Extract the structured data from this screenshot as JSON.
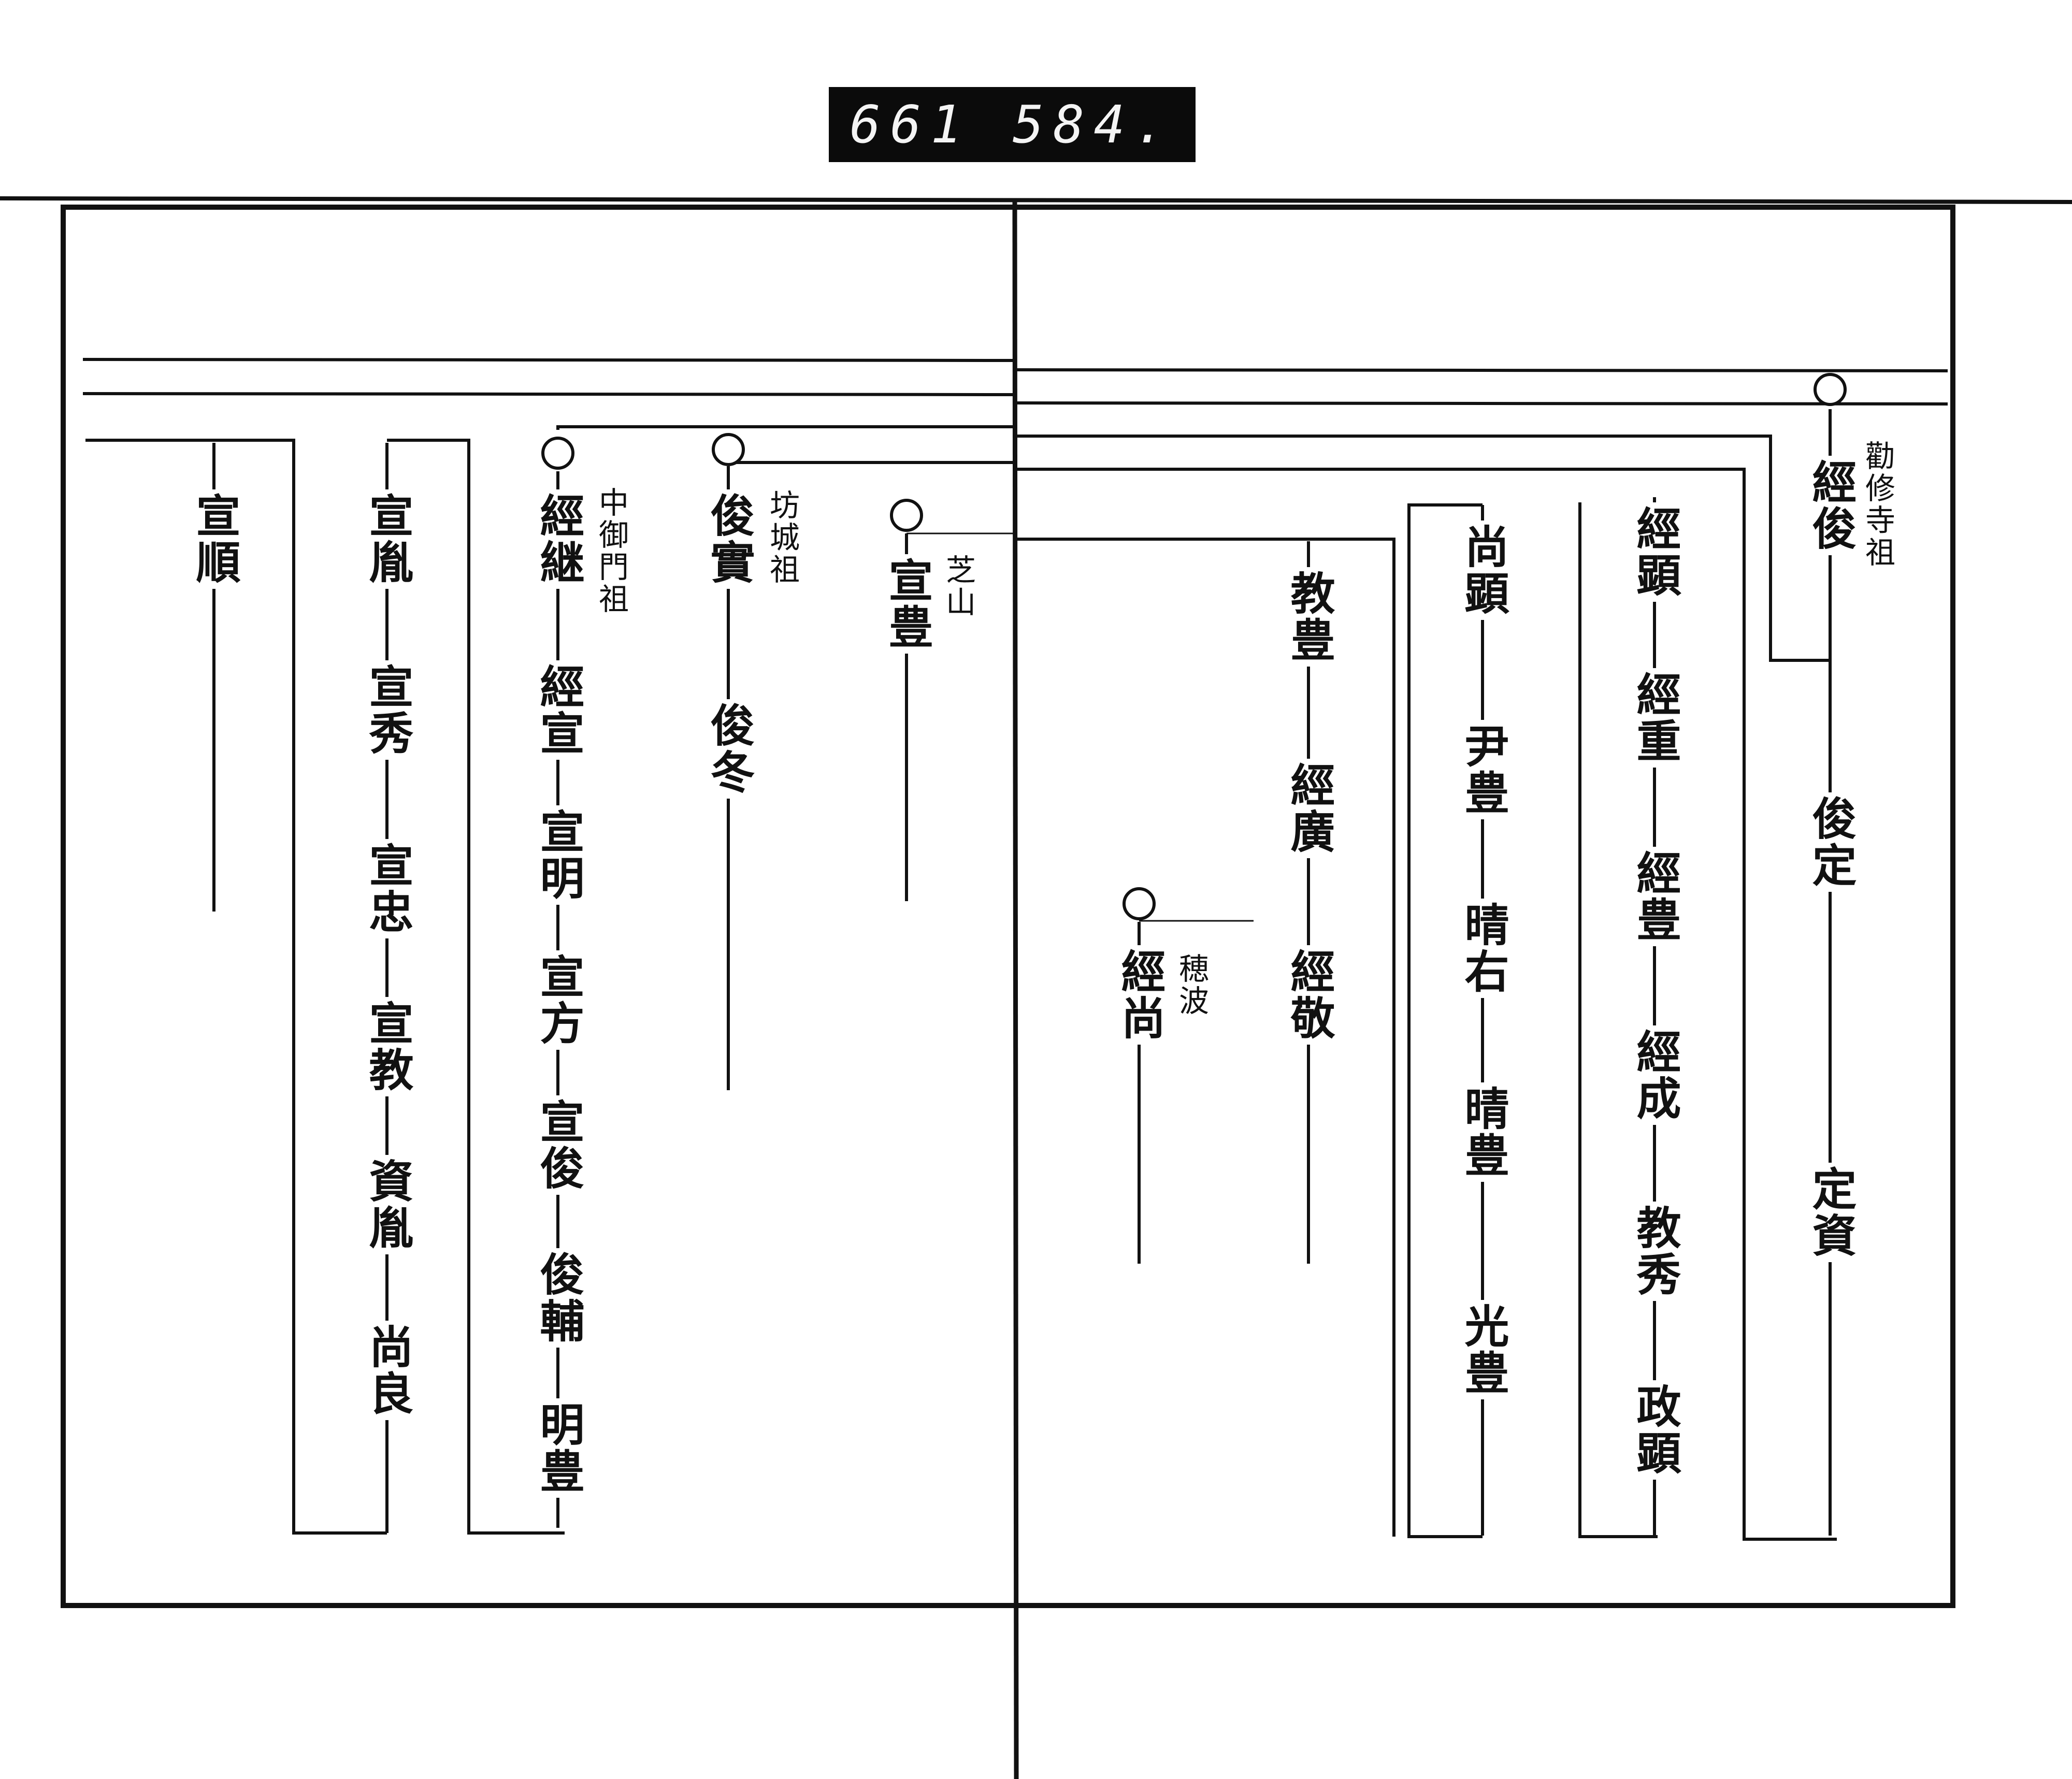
{
  "reel_label": {
    "left": "661",
    "right": "584."
  },
  "lineage": {
    "columns": [
      {
        "label": "勸修寺祖",
        "circle": true,
        "names": [
          "經俊",
          "俊定",
          "定資"
        ]
      },
      {
        "label": "",
        "circle": false,
        "names": [
          "經顕",
          "經重",
          "經豊",
          "經成",
          "教秀",
          "政顕"
        ]
      },
      {
        "label": "",
        "circle": false,
        "names": [
          "尚顕",
          "尹豊",
          "晴右",
          "晴豊",
          "光豊"
        ]
      },
      {
        "label": "",
        "circle": false,
        "names": [
          "教豊",
          "經廣",
          "經敬"
        ]
      },
      {
        "label": "穂波",
        "circle": true,
        "names": [
          "經尚"
        ]
      },
      {
        "label": "芝山",
        "circle": true,
        "names": [
          "宣豊"
        ]
      },
      {
        "label": "坊城祖",
        "circle": true,
        "names": [
          "俊實",
          "俊冬"
        ]
      },
      {
        "label": "中御門祖",
        "circle": true,
        "names": [
          "經継",
          "經宣",
          "宣明",
          "宣方",
          "宣俊",
          "俊輔",
          "明豊"
        ]
      },
      {
        "label": "",
        "circle": false,
        "names": [
          "宣胤",
          "宣秀",
          "宣忠",
          "宣教",
          "資胤",
          "尚良"
        ]
      },
      {
        "label": "",
        "circle": false,
        "names": [
          "宣順"
        ]
      }
    ]
  }
}
